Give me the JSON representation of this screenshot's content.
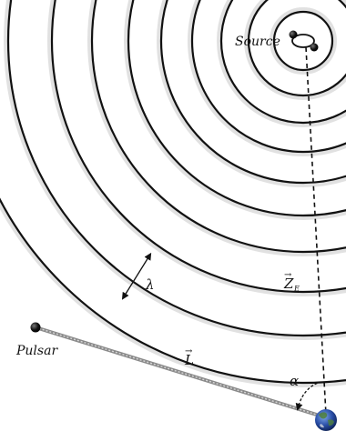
{
  "labels": {
    "source": "Source",
    "pulsar": "Pulsar",
    "wavelength": "λ",
    "pulsar_baseline": "L",
    "earth_source_vector": "Z",
    "earth_source_subscript": "E",
    "angle": "α",
    "vector_arrow": "→"
  },
  "colors": {
    "ring": "#111111",
    "ring_shadow": "#c9c9c9",
    "baseline": "#8a8a8a",
    "earth_ocean": "#2a4fa8",
    "earth_land": "#4f7f3a"
  },
  "icons": {
    "earth": "earth-globe-icon",
    "pulsar": "pulsar-dot-icon",
    "source": "binary-source-icon"
  }
}
